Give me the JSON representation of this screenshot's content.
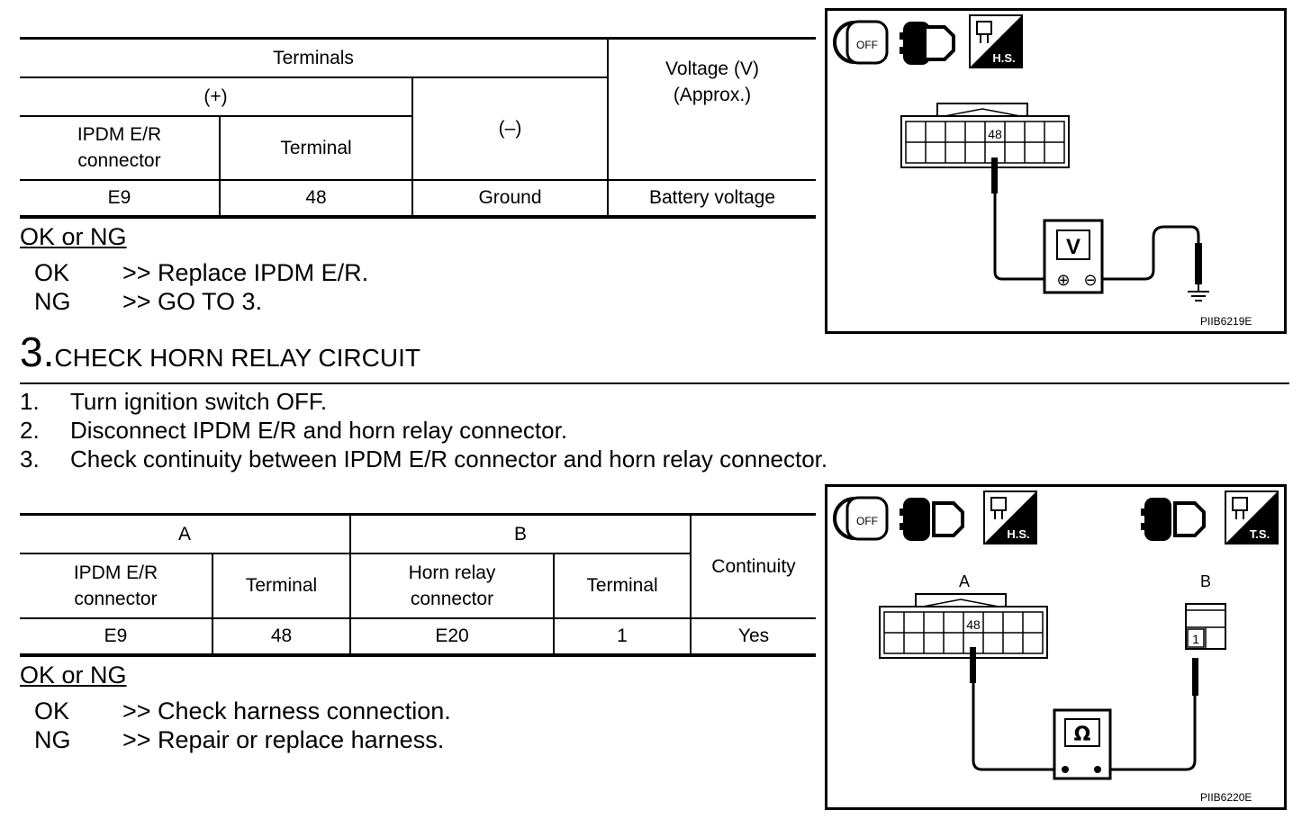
{
  "table1": {
    "h_terminals": "Terminals",
    "h_plus": "(+)",
    "h_minus": "(–)",
    "h_voltage_l1": "Voltage (V)",
    "h_voltage_l2": "(Approx.)",
    "h_connector_l1": "IPDM E/R",
    "h_connector_l2": "connector",
    "h_terminal": "Terminal",
    "row": {
      "connector": "E9",
      "terminal": "48",
      "minus": "Ground",
      "voltage": "Battery voltage"
    }
  },
  "result1": {
    "heading": "OK or NG",
    "ok_key": "OK",
    "ok_text": ">> Replace IPDM E/R.",
    "ng_key": "NG",
    "ng_text": ">> GO TO 3."
  },
  "step3": {
    "number": "3.",
    "title": "CHECK HORN RELAY CIRCUIT",
    "items": [
      {
        "n": "1.",
        "text": "Turn ignition switch OFF."
      },
      {
        "n": "2.",
        "text": "Disconnect IPDM E/R and horn relay connector."
      },
      {
        "n": "3.",
        "text": "Check continuity between IPDM E/R connector and horn relay connector."
      }
    ]
  },
  "table2": {
    "h_a": "A",
    "h_b": "B",
    "h_continuity": "Continuity",
    "h_ipdm_l1": "IPDM E/R",
    "h_ipdm_l2": "connector",
    "h_terminal_a": "Terminal",
    "h_horn_l1": "Horn relay",
    "h_horn_l2": "connector",
    "h_terminal_b": "Terminal",
    "row": {
      "a_connector": "E9",
      "a_terminal": "48",
      "b_connector": "E20",
      "b_terminal": "1",
      "continuity": "Yes"
    }
  },
  "result2": {
    "heading": "OK or NG",
    "ok_key": "OK",
    "ok_text": ">> Check harness connection.",
    "ng_key": "NG",
    "ng_text": ">> Repair or replace harness."
  },
  "figure1": {
    "off_label": "OFF",
    "hs_label": "H.S.",
    "pin_label": "48",
    "meter_label": "V",
    "plus_symbol": "⊕",
    "minus_symbol": "⊖",
    "figure_id": "PIIB6219E"
  },
  "figure2": {
    "off_label": "OFF",
    "hs_label": "H.S.",
    "ts_label": "T.S.",
    "label_a": "A",
    "label_b": "B",
    "pin_a": "48",
    "pin_b": "1",
    "meter_label": "Ω",
    "figure_id": "PIIB6220E"
  }
}
